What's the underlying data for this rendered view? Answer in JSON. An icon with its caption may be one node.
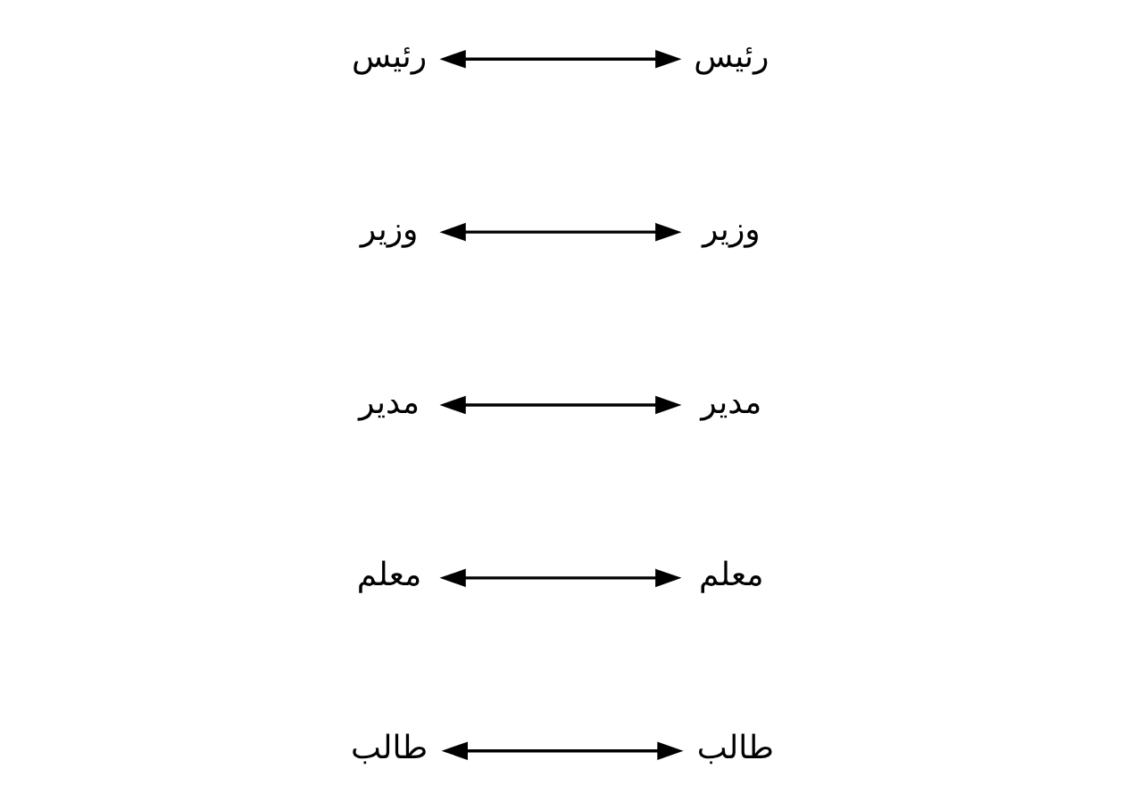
{
  "diagram": {
    "nodes": [
      {
        "text": [
          "رئيس"
        ]
      },
      {
        "text": [
          "رئيس"
        ]
      },
      {
        "text": [
          "وزير"
        ]
      },
      {
        "text": [
          "وزير"
        ]
      },
      {
        "text": [
          "مدير"
        ]
      },
      {
        "text": [
          "مدير"
        ]
      },
      {
        "text": [
          "معلم"
        ]
      },
      {
        "text": [
          "معلم"
        ]
      },
      {
        "text": [
          "طالب"
        ]
      },
      {
        "text": [
          "طالب"
        ]
      }
    ],
    "edges": [
      {
        "from": 0,
        "to": 1,
        "arrow": "both"
      },
      {
        "from": 2,
        "to": 3,
        "arrow": "both"
      },
      {
        "from": 4,
        "to": 5,
        "arrow": "both"
      },
      {
        "from": 6,
        "to": 7,
        "arrow": "both"
      },
      {
        "from": 8,
        "to": 9,
        "arrow": "both"
      }
    ]
  }
}
